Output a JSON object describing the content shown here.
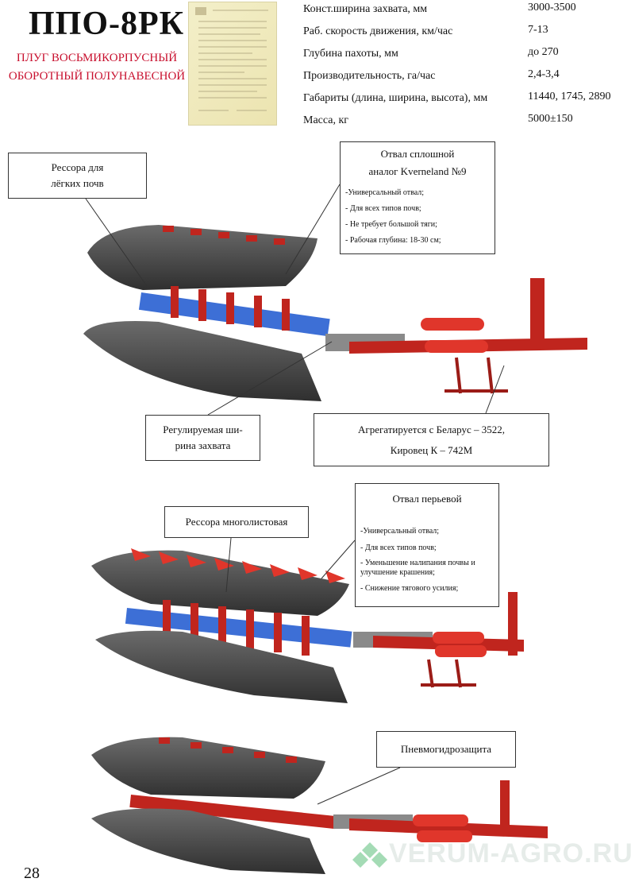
{
  "header": {
    "title": "ППО-8РК",
    "subtitle_line1": "ПЛУГ ВОСЬМИКОРПУСНЫЙ",
    "subtitle_line2": "ОБОРОТНЫЙ ПОЛУНАВЕСНОЙ"
  },
  "specs": [
    {
      "label": "Конст.ширина захвата, мм",
      "value": "3000-3500"
    },
    {
      "label": "Раб. скорость движения, км/час",
      "value": "7-13"
    },
    {
      "label": "Глубина пахоты, мм",
      "value": "до 270"
    },
    {
      "label": "Производительность, га/час",
      "value": "2,4-3,4"
    },
    {
      "label": "Габариты (длина, ширина, высота), мм",
      "value": "11440, 1745, 2890"
    },
    {
      "label": "Масса, кг",
      "value": "5000±150"
    }
  ],
  "callouts": {
    "spring_light": {
      "line1": "Рессора для",
      "line2": "лёгких почв"
    },
    "solid_moldboard": {
      "line1": "Отвал сплошной",
      "line2": "аналог Kverneland №9",
      "items": [
        "-Универсальный отвал;",
        "- Для всех типов почв;",
        "- Не требует большой тяги;",
        "- Рабочая глубина: 18-30 см;"
      ]
    },
    "adjustable_width": {
      "line1": "Регулируемая ши-",
      "line2": "рина захвата"
    },
    "tractor": {
      "line1": "Агрегатируется с Беларус – 3522,",
      "line2": "Кировец К – 742М"
    },
    "leaf_spring": {
      "text": "Рессора многолистовая"
    },
    "feather_moldboard": {
      "title": "Отвал перьевой",
      "items": [
        "-Универсальный отвал;",
        "- Для всех типов почв;",
        "- Уменьшение налипания почвы и улучшение крашения;",
        "- Снижение тягового усилия;"
      ]
    },
    "pneumo": {
      "text": "Пневмогидрозащита"
    }
  },
  "page_number": "28",
  "watermark": "VERUM-AGRO.RU",
  "colors": {
    "frame_red": "#c0251e",
    "beam_blue": "#3d6fd6",
    "moldboard": "#4a4a4a",
    "subtitle_red": "#c8102e"
  }
}
